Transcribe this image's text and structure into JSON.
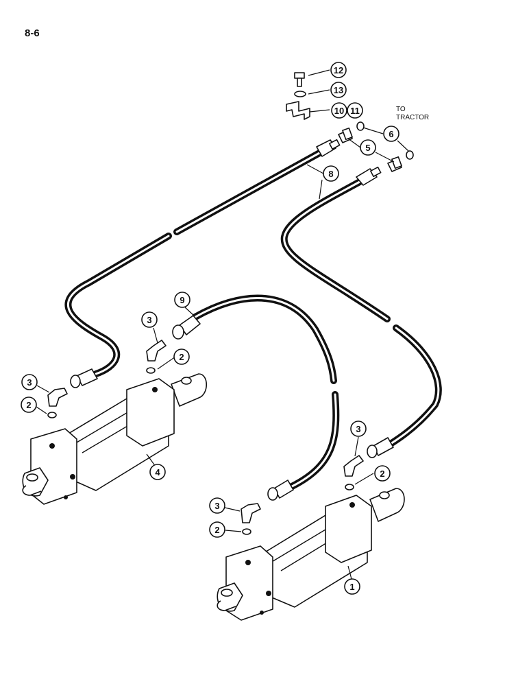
{
  "page": {
    "number": "8-6"
  },
  "note": {
    "line1": "TO",
    "line2": "TRACTOR"
  },
  "callouts": {
    "c1": "1",
    "c2a": "2",
    "c2b": "2",
    "c2c": "2",
    "c2d": "2",
    "c3a": "3",
    "c3b": "3",
    "c3c": "3",
    "c3d": "3",
    "c4": "4",
    "c5": "5",
    "c6": "6",
    "c8": "8",
    "c9": "9",
    "c10": "10",
    "c11": "11",
    "c12": "12",
    "c13": "13"
  }
}
